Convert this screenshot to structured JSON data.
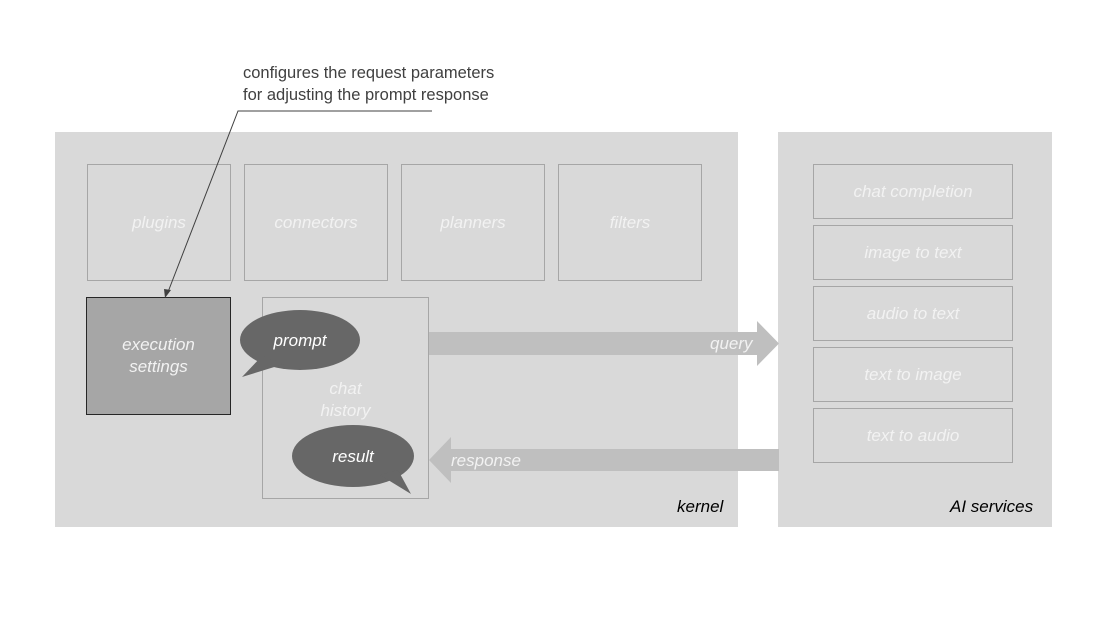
{
  "annotation": {
    "line1": "configures the request parameters",
    "line2": "for adjusting the prompt response"
  },
  "kernel": {
    "label": "kernel",
    "components": [
      "plugins",
      "connectors",
      "planners",
      "filters"
    ],
    "execution_settings": "execution\nsettings",
    "chat_history": "chat\nhistory",
    "prompt": "prompt",
    "result": "result"
  },
  "ai_services": {
    "label": "AI services",
    "items": [
      "chat completion",
      "image to text",
      "audio to text",
      "text to image",
      "text to audio"
    ]
  },
  "arrows": {
    "query": "query",
    "response": "response"
  },
  "colors": {
    "panel": "#d9d9d9",
    "box_border": "#a6a6a6",
    "box_text": "#f2f2f2",
    "arrow": "#bfbfbf",
    "dark_box": "#a6a6a6",
    "bubble": "#676767"
  }
}
